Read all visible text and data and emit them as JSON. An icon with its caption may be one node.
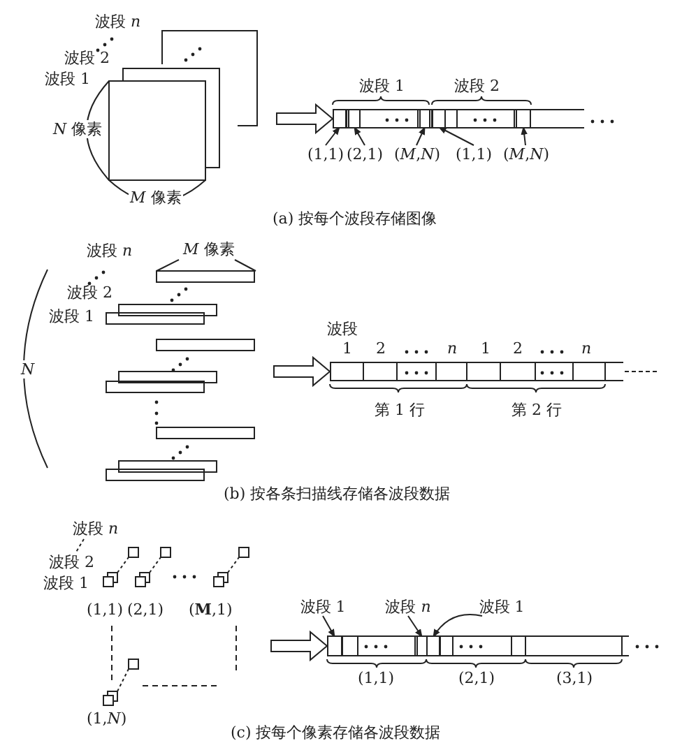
{
  "diagram": {
    "nodes": [
      {
        "text": [
          "(1,1)"
        ]
      },
      {
        "text": [
          "(2,1)"
        ]
      },
      {
        "text": [
          "(*M*,*N*)"
        ]
      },
      {
        "text": [
          "(1,1)"
        ]
      },
      {
        "text": [
          "(*M*,*N*)"
        ]
      },
      {
        "text": [],
        "shape": "bar"
      },
      {
        "text": [],
        "shape": "box",
        "in": 5
      },
      {
        "text": [],
        "shape": "box",
        "in": 5
      },
      {
        "text": [],
        "shape": "box",
        "in": 5
      },
      {
        "text": [],
        "shape": "box",
        "in": 5
      },
      {
        "text": [],
        "shape": "box",
        "in": 5
      },
      {
        "text": [],
        "shape": "bar"
      },
      {
        "text": [
          "波段 1"
        ]
      },
      {
        "text": [
          "波段 *n*"
        ]
      },
      {
        "text": [
          "波段 1"
        ]
      },
      {
        "text": [],
        "shape": "bar"
      },
      {
        "text": [],
        "shape": "box",
        "in": 15
      },
      {
        "text": [],
        "shape": "box",
        "in": 15
      },
      {
        "text": [],
        "shape": "box",
        "in": 15
      }
    ],
    "edges": [
      {
        "from": null,
        "to": 5,
        "arrow": "to"
      },
      {
        "from": 0,
        "to": 6,
        "arrow": "to"
      },
      {
        "from": 1,
        "to": 7,
        "arrow": "to"
      },
      {
        "from": 2,
        "to": 8,
        "arrow": "to"
      },
      {
        "from": 3,
        "to": 9,
        "arrow": "to"
      },
      {
        "from": 4,
        "to": 10,
        "arrow": "to"
      },
      {
        "from": null,
        "to": 11,
        "arrow": "to"
      },
      {
        "from": null,
        "to": 15,
        "arrow": "to"
      },
      {
        "from": 12,
        "to": 16,
        "arrow": "to"
      },
      {
        "from": 13,
        "to": 17,
        "arrow": "to"
      },
      {
        "from": 14,
        "to": 18,
        "arrow": "to"
      }
    ],
    "labels": [
      "波段 *n*",
      "波段 2",
      "波段 1",
      "*N* 像素",
      "*M* 像素",
      "波段 1",
      "波段 2",
      "(a) 按每个波段存储图像",
      "波段 *n*",
      "*M* 像素",
      "波段 2",
      "波段 1",
      "*N*",
      "波段",
      "1",
      "2",
      "*n*",
      "1",
      "2",
      "*n*",
      "第 1 行",
      "第 2 行",
      "(b) 按各条扫描线存储各波段数据",
      "波段 *n*",
      "波段 2",
      "波段 1",
      "(1,1)",
      "(2,1)",
      "(**M**,1)",
      "(1,*N*)",
      "(1,1)",
      "(2,1)",
      "(3,1)",
      "(c) 按每个像素存储各波段数据"
    ]
  }
}
